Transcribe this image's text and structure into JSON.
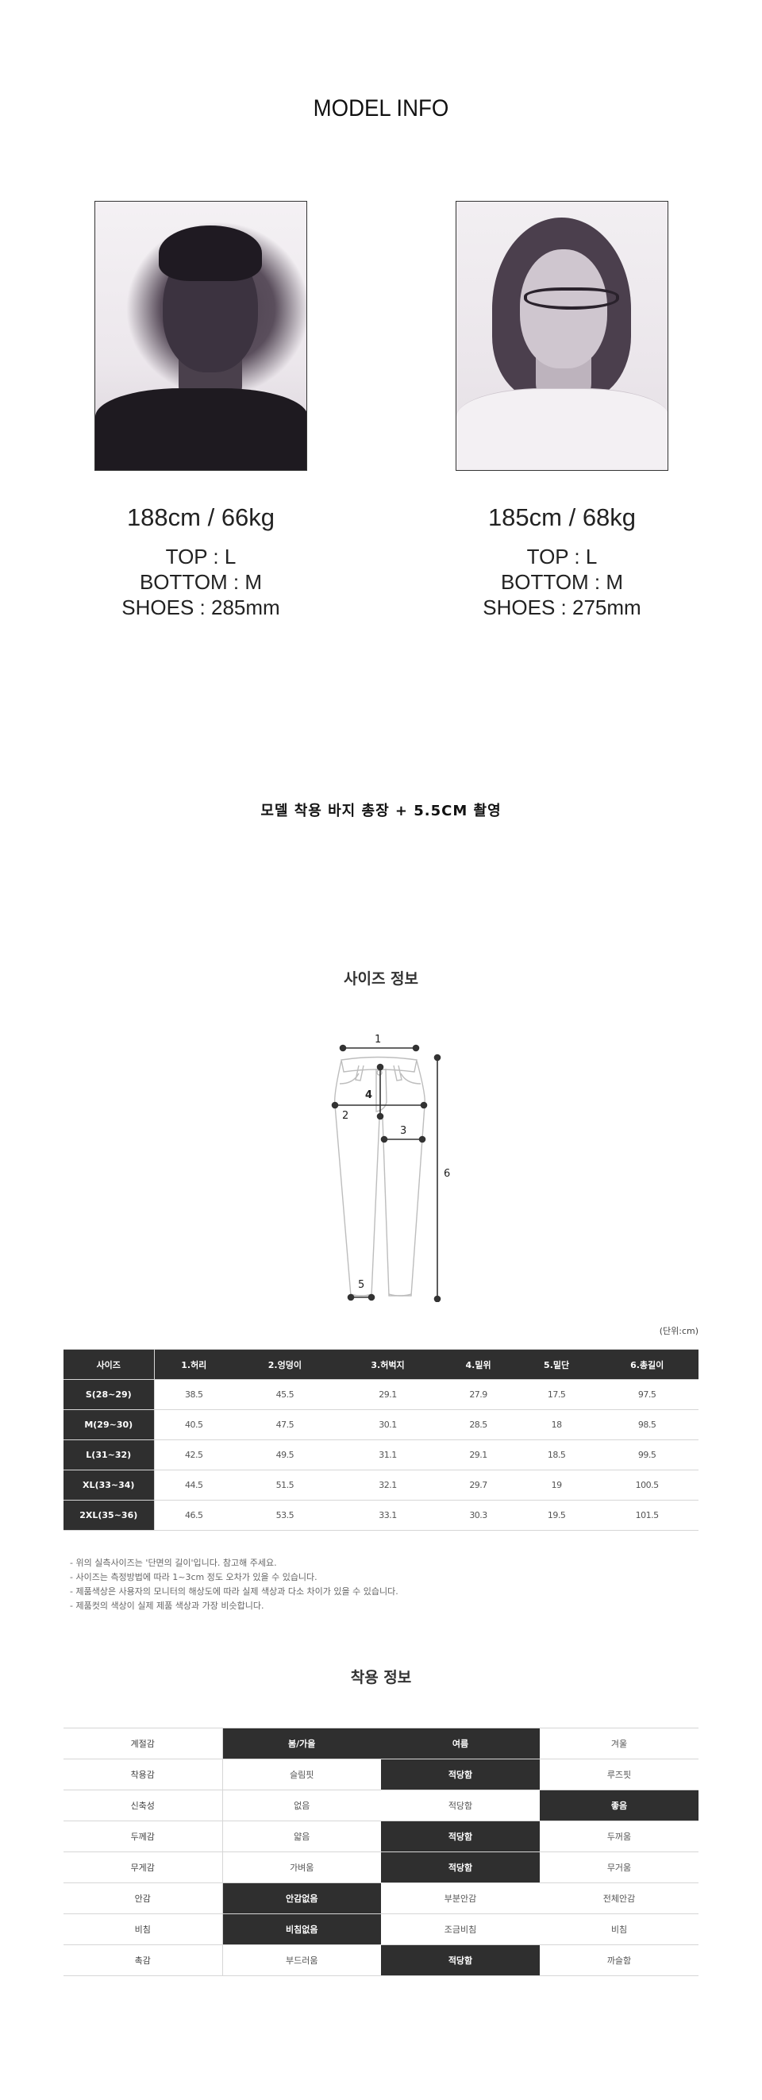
{
  "model_info": {
    "title": "MODEL INFO",
    "models": [
      {
        "photo_icon": "model-photo-1",
        "height_weight": "188cm / 66kg",
        "top": "TOP : L",
        "bottom": "BOTTOM : M",
        "shoes": "SHOES : 285mm"
      },
      {
        "photo_icon": "model-photo-2",
        "height_weight": "185cm / 68kg",
        "top": "TOP : L",
        "bottom": "BOTTOM : M",
        "shoes": "SHOES : 275mm"
      }
    ]
  },
  "notice": "모델 착용 바지 총장 + 5.5CM 촬영",
  "size_info": {
    "title": "사이즈 정보",
    "diagram_labels": [
      "1",
      "2",
      "3",
      "4",
      "5",
      "6"
    ],
    "unit": "(단위:cm)",
    "headers": [
      "사이즈",
      "1.허리",
      "2.엉덩이",
      "3.허벅지",
      "4.밑위",
      "5.밑단",
      "6.총길이"
    ],
    "rows": [
      {
        "size": "S(28~29)",
        "values": [
          "38.5",
          "45.5",
          "29.1",
          "27.9",
          "17.5",
          "97.5"
        ]
      },
      {
        "size": "M(29~30)",
        "values": [
          "40.5",
          "47.5",
          "30.1",
          "28.5",
          "18",
          "98.5"
        ]
      },
      {
        "size": "L(31~32)",
        "values": [
          "42.5",
          "49.5",
          "31.1",
          "29.1",
          "18.5",
          "99.5"
        ]
      },
      {
        "size": "XL(33~34)",
        "values": [
          "44.5",
          "51.5",
          "32.1",
          "29.7",
          "19",
          "100.5"
        ]
      },
      {
        "size": "2XL(35~36)",
        "values": [
          "46.5",
          "53.5",
          "33.1",
          "30.3",
          "19.5",
          "101.5"
        ]
      }
    ],
    "notes": [
      "- 위의 실측사이즈는 '단면의 길이'입니다. 참고해 주세요.",
      "- 사이즈는 측정방법에 따라 1~3cm 정도 오차가 있을 수 있습니다.",
      "- 제품색상은 사용자의 모니터의 해상도에 따라 실제 색상과 다소 차이가 있을 수 있습니다.",
      "- 제품컷의 색상이 실제 제품 색상과 가장 비슷합니다."
    ]
  },
  "fit_info": {
    "title": "착용 정보",
    "highlight_color": "#2f2f2f",
    "rows": [
      {
        "label": "계절감",
        "options": [
          "봄/가을",
          "여름",
          "겨울"
        ],
        "selected": [
          0,
          1
        ]
      },
      {
        "label": "착용감",
        "options": [
          "슬림핏",
          "적당함",
          "루즈핏"
        ],
        "selected": [
          1
        ]
      },
      {
        "label": "신축성",
        "options": [
          "없음",
          "적당함",
          "좋음"
        ],
        "selected": [
          2
        ]
      },
      {
        "label": "두께감",
        "options": [
          "얇음",
          "적당함",
          "두꺼움"
        ],
        "selected": [
          1
        ]
      },
      {
        "label": "무게감",
        "options": [
          "가벼움",
          "적당함",
          "무거움"
        ],
        "selected": [
          1
        ]
      },
      {
        "label": "안감",
        "options": [
          "안감없음",
          "부분안감",
          "전체안감"
        ],
        "selected": [
          0
        ]
      },
      {
        "label": "비침",
        "options": [
          "비침없음",
          "조금비침",
          "비침"
        ],
        "selected": [
          0
        ]
      },
      {
        "label": "촉감",
        "options": [
          "부드러움",
          "적당함",
          "까슬함"
        ],
        "selected": [
          1
        ]
      }
    ]
  }
}
